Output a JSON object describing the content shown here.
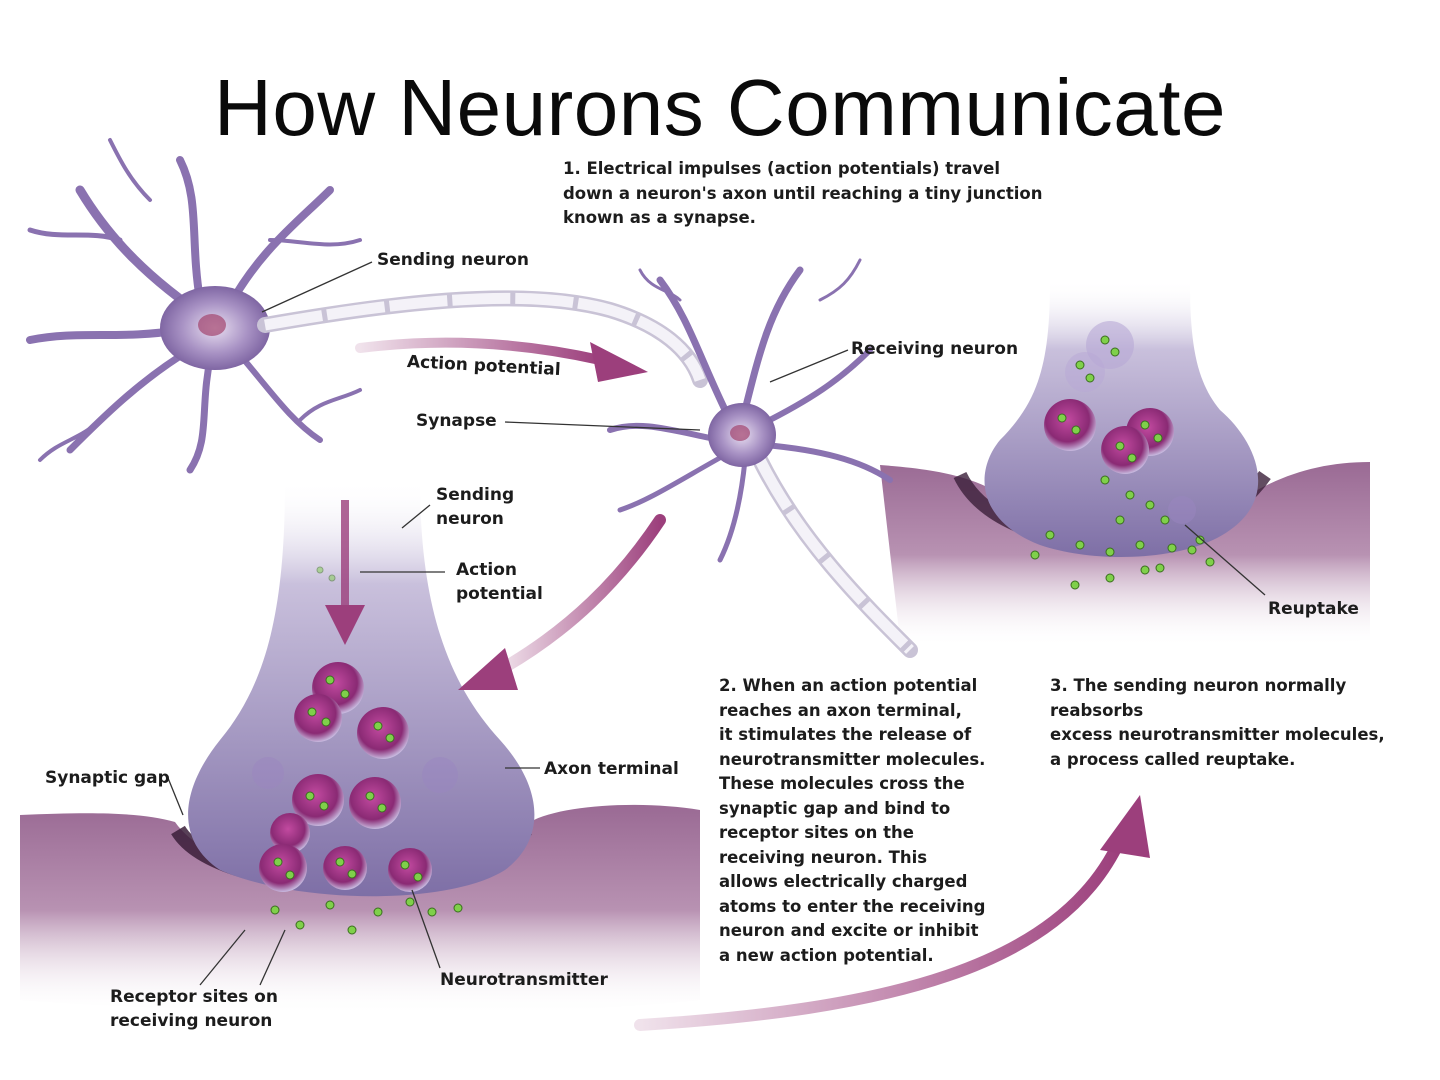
{
  "title": "How Neurons Communicate",
  "steps": {
    "step1": "1. Electrical impulses (action potentials) travel\ndown a neuron's axon until reaching a tiny junction\nknown as a synapse.",
    "step2": "2. When an action potential\nreaches an axon terminal,\nit stimulates the release of\nneurotransmitter molecules.\nThese molecules cross the\nsynaptic gap and bind to\nreceptor sites on the\nreceiving neuron. This\nallows electrically charged\natoms to enter the receiving\nneuron and excite or inhibit\na new action potential.",
    "step3": "3. The sending neuron normally reabsorbs\nexcess neurotransmitter molecules,\na process called reuptake."
  },
  "labels": {
    "sending_neuron_top": "Sending neuron",
    "action_potential_top": "Action potential",
    "receiving_neuron": "Receiving neuron",
    "synapse": "Synapse",
    "sending_neuron_mid": "Sending\nneuron",
    "action_potential_mid": "Action\npotential",
    "axon_terminal": "Axon terminal",
    "synaptic_gap": "Synaptic gap",
    "neurotransmitter": "Neurotransmitter",
    "receptor_sites": "Receptor sites on\nreceiving neuron",
    "reuptake": "Reuptake"
  },
  "colors": {
    "neuron": "#9a85b8",
    "neuron_dark": "#6a4f8c",
    "arrow": "#9c3f7c",
    "vesicle": "#a0307e",
    "molecule": "#7fd04a",
    "tissue": "#7b4b77"
  }
}
